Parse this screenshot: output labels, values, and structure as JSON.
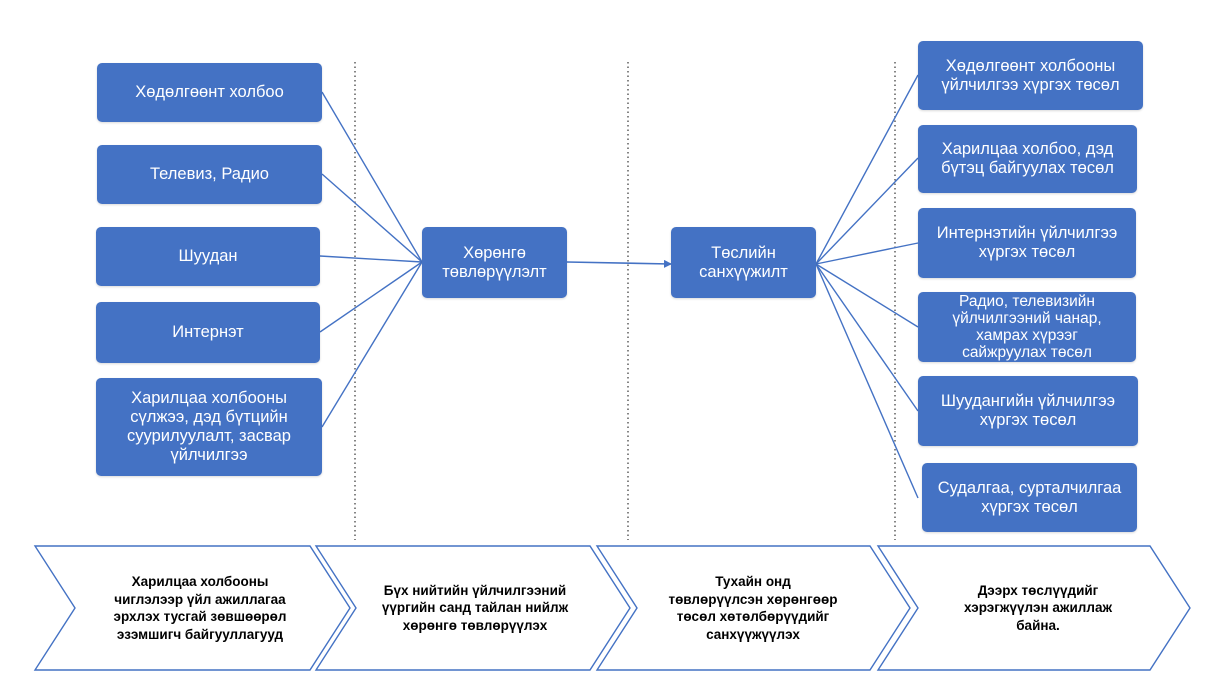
{
  "colors": {
    "box_fill": "#4472c4",
    "connector": "#4472c4",
    "chevron_outline": "#4472c4",
    "divider": "#444444"
  },
  "sources": [
    "Хөдөлгөөнт холбоо",
    "Телевиз, Радио",
    "Шуудан",
    "Интернэт",
    "Харилцаа холбооны сүлжээ, дэд бүтцийн суурилуулалт, засвар үйлчилгээ"
  ],
  "hub_accumulation": "Хөрөнгө төвлөрүүлэлт",
  "hub_financing": "Төслийн санхүүжилт",
  "projects": [
    "Хөдөлгөөнт холбооны үйлчилгээ хүргэх төсөл",
    "Харилцаа холбоо, дэд бүтэц байгуулах төсөл",
    "Интернэтийн үйлчилгээ хүргэх төсөл",
    "Радио,  телевизийн үйлчилгээний чанар, хамрах хүрээг сайжруулах төсөл",
    "Шуудангийн үйлчилгээ хүргэх төсөл",
    "Судалгаа, сурталчилгаа хүргэх төсөл"
  ],
  "stages": [
    "Харилцаа холбооны чиглэлээр үйл ажиллагаа эрхлэх тусгай зөвшөөрөл эзэмшигч байгууллагууд",
    "Бүх нийтийн үйлчилгээний үүргийн санд тайлан нийлж хөрөнгө төвлөрүүлэх",
    "Тухайн онд төвлөрүүлсэн хөрөнгөөр төсөл хөтөлбөрүүдийг санхүүжүүлэх",
    "Дээрх төслүүдийг хэрэгжүүлэн ажиллаж байна."
  ]
}
